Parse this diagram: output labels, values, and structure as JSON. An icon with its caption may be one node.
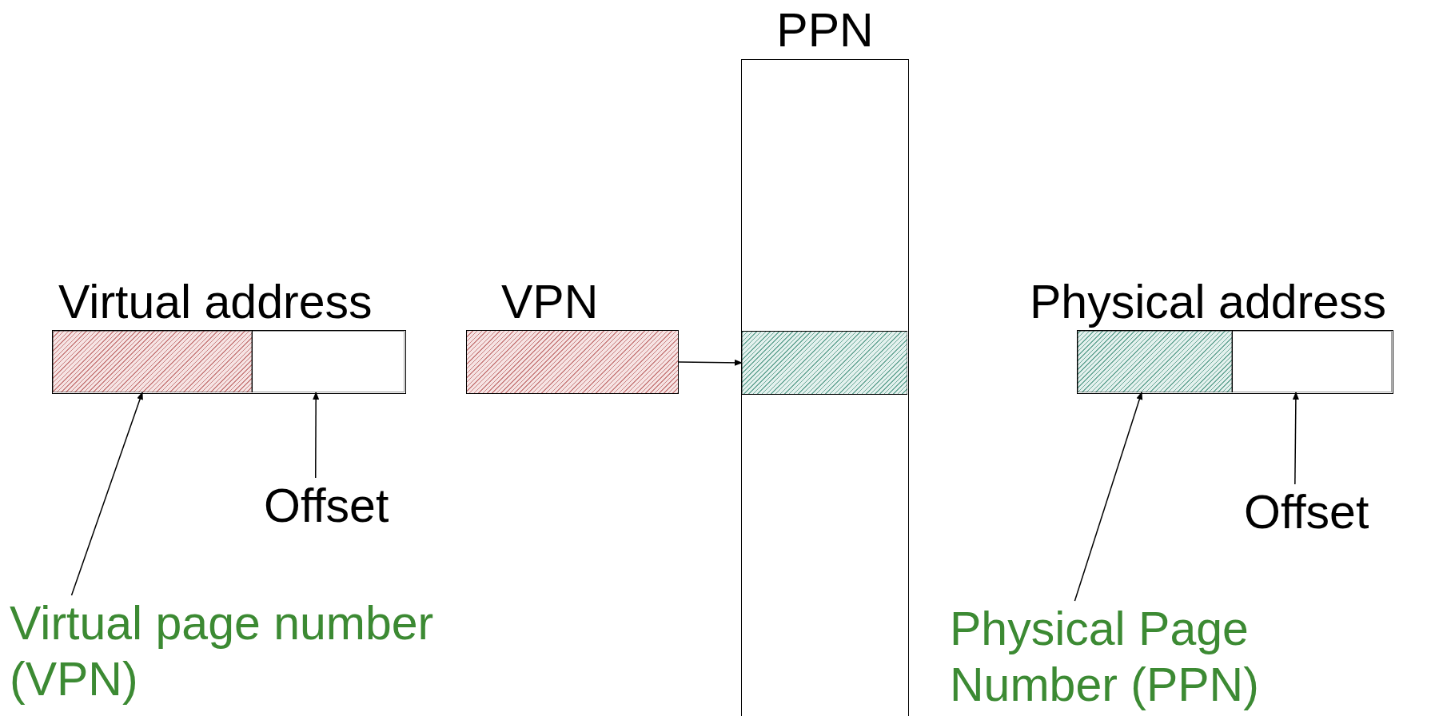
{
  "diagram": {
    "nodes": [
      {
        "text": [
          "Virtual address"
        ]
      },
      {
        "text": [],
        "shape": "box",
        "in": 0
      },
      {
        "text": [],
        "shape": "box",
        "in": 0
      },
      {
        "text": [
          "Offset"
        ]
      },
      {
        "text": [
          "Virtual page number (VPN)"
        ]
      },
      {
        "text": [
          "VPN"
        ]
      },
      {
        "text": [
          "PPN"
        ]
      },
      {
        "text": [],
        "shape": "box",
        "in": 6
      },
      {
        "text": [
          "Physical address"
        ]
      },
      {
        "text": [],
        "shape": "box",
        "in": 8
      },
      {
        "text": [],
        "shape": "box",
        "in": 8
      },
      {
        "text": [
          "Offset"
        ]
      },
      {
        "text": [
          "Physical Page Number (PPN)"
        ]
      }
    ],
    "edges": [
      {
        "from": 4,
        "to": 1,
        "arrow": "to"
      },
      {
        "from": 3,
        "to": 2,
        "arrow": "to"
      },
      {
        "from": 5,
        "to": 7,
        "arrow": "to"
      },
      {
        "from": 12,
        "to": 9,
        "arrow": "to"
      },
      {
        "from": 11,
        "to": 10,
        "arrow": "to"
      }
    ]
  }
}
